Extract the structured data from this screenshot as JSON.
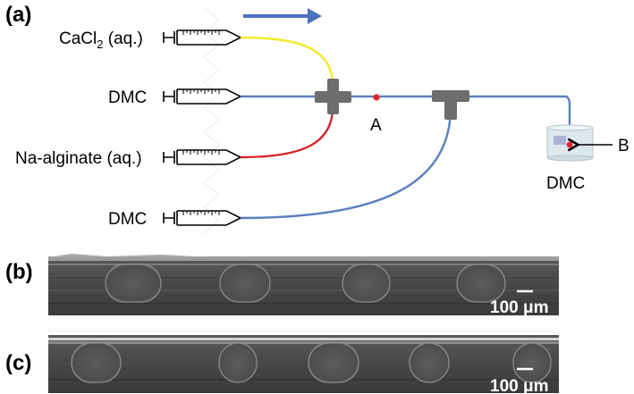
{
  "panels": {
    "a": "(a)",
    "b": "(b)",
    "c": "(c)"
  },
  "inputs": {
    "cacl2_main": "CaCl",
    "cacl2_sub": "2",
    "cacl2_tail": " (aq.)",
    "dmc_top": "DMC",
    "alginate": "Na-alginate (aq.)",
    "dmc_bottom": "DMC"
  },
  "points": {
    "a": "A",
    "b": "B"
  },
  "collector": "DMC",
  "scale_bars": {
    "b": "100 μm",
    "c": "100 μm"
  },
  "colors": {
    "flow_arrow": "#4a72b8",
    "yellow_tube": "#f2ea2a",
    "blue_tube": "#5b7fc0",
    "red_tube": "#d8242a",
    "junction": "#6d6d6d",
    "marker": "#e3232b"
  }
}
